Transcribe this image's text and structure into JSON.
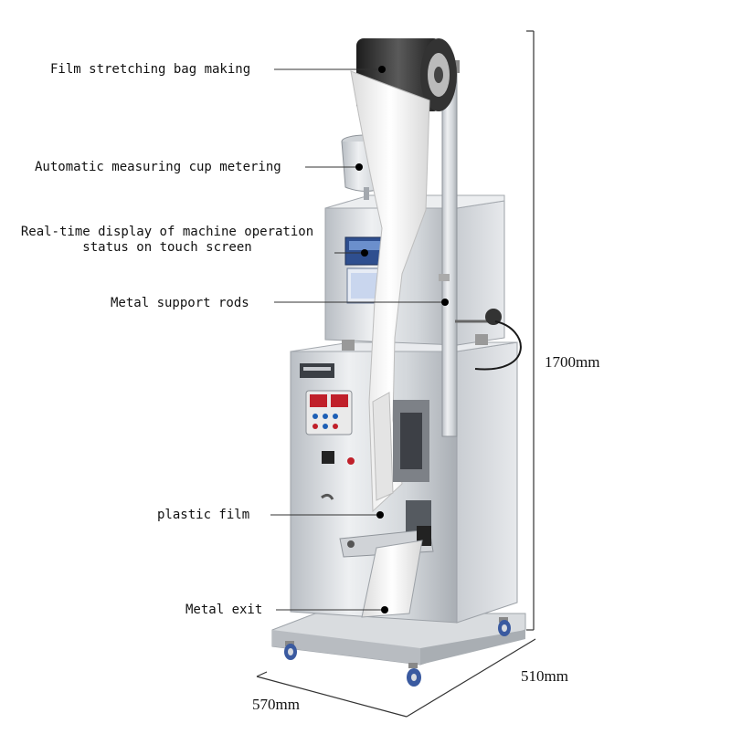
{
  "callouts": [
    {
      "label": "Film stretching bag making"
    },
    {
      "label": "Automatic measuring cup metering"
    },
    {
      "label": "Real-time display of machine operation status on touch screen",
      "lines": [
        "Real-time display of machine operation",
        "status on touch screen"
      ]
    },
    {
      "label": "Metal support rods"
    },
    {
      "label": "plastic film"
    },
    {
      "label": "Metal exit"
    }
  ],
  "dimensions": {
    "height": "1700mm",
    "depth": "510mm",
    "width": "570mm"
  },
  "colors": {
    "steel_light": "#e6e8eb",
    "steel_mid": "#c7cbd0",
    "steel_dark": "#8d9298",
    "film": "#f3f3f3",
    "roll": "#2a2a2a",
    "text": "#111111"
  }
}
